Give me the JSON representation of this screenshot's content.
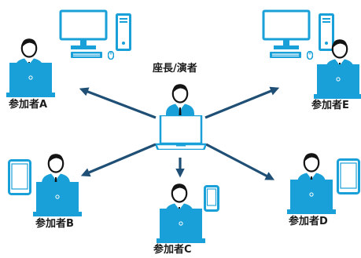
{
  "colors": {
    "primary": "#1aa0d8",
    "arrow": "#1f4f75",
    "text": "#1b1b1b",
    "dark": "#141414",
    "white": "#ffffff"
  },
  "presenter": {
    "label": "座長/演者"
  },
  "participants": {
    "a": {
      "label": "参加者A",
      "devices": [
        "person-icon",
        "laptop-icon",
        "desktop-computer-icon"
      ]
    },
    "b": {
      "label": "参加者B",
      "devices": [
        "person-icon",
        "laptop-icon",
        "tablet-icon"
      ]
    },
    "c": {
      "label": "参加者C",
      "devices": [
        "person-icon",
        "laptop-icon",
        "smartphone-icon"
      ]
    },
    "d": {
      "label": "参加者D",
      "devices": [
        "person-icon",
        "laptop-icon",
        "tablet-icon"
      ]
    },
    "e": {
      "label": "参加者E",
      "devices": [
        "person-icon",
        "laptop-icon",
        "desktop-computer-icon"
      ]
    }
  }
}
